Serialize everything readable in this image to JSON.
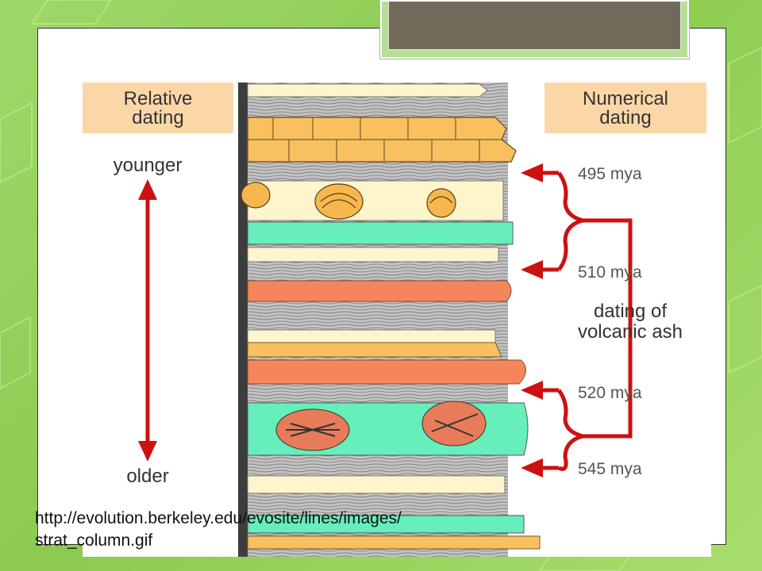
{
  "diagram": {
    "relative_label": "Relative\ndating",
    "numerical_label": "Numerical\ndating",
    "younger_label": "younger",
    "older_label": "older",
    "dates": [
      "495 mya",
      "510 mya",
      "520 mya",
      "545 mya"
    ],
    "volcanic_label": "dating of\nvolcanic ash",
    "colors": {
      "label_box": "#fbd7a8",
      "arrow_red": "#cc1111",
      "sandstone": "#f9c060",
      "cream": "#fff5cc",
      "teal": "#66eebb",
      "orange": "#f5855a",
      "shale": "#a8a8a8"
    }
  },
  "caption": {
    "url_text": "http://evolution.berkeley.edu/evosite/lines/images/strat_column.gif"
  },
  "icons": {
    "fossil_shell": "clam-shell-icon",
    "fossil_trilobite": "trilobite-icon"
  }
}
